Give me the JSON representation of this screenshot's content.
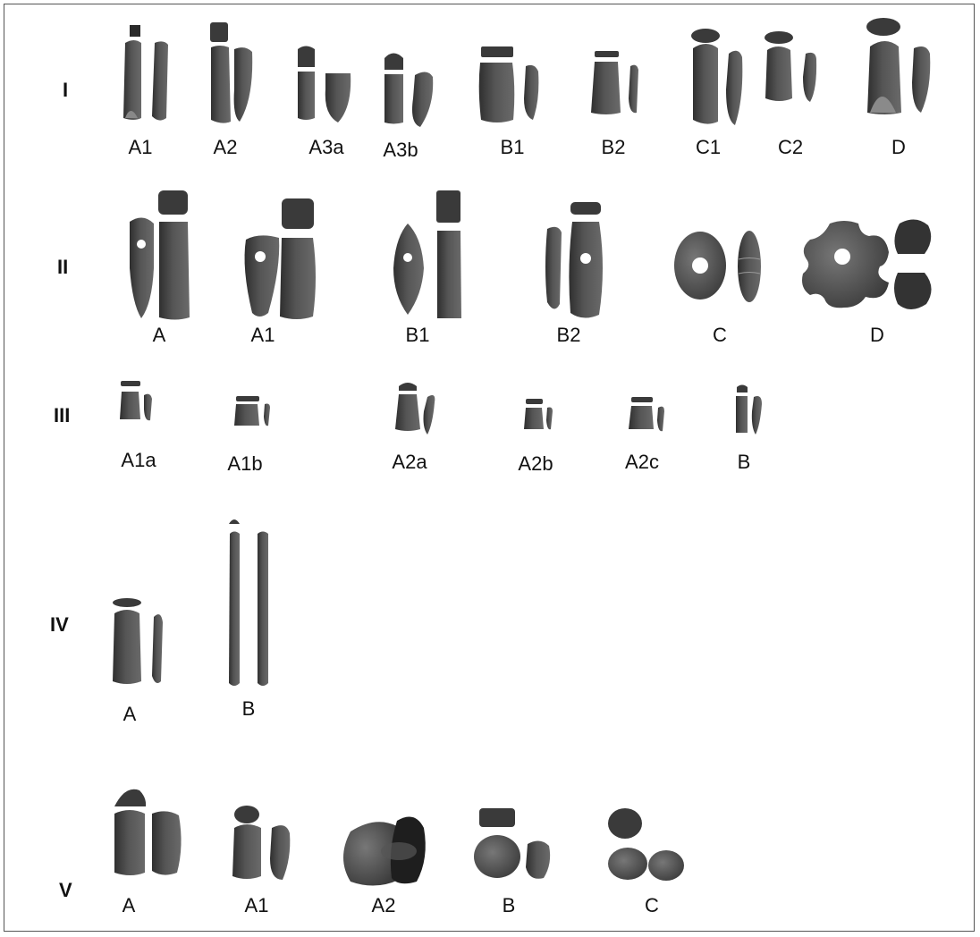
{
  "colors": {
    "shape_dark": "#3a3a3a",
    "shape_mid": "#5e5e5e",
    "shape_light": "#8a8a8a",
    "very_dark": "#1e1e1e",
    "background": "#ffffff"
  },
  "rows": [
    {
      "label": "I",
      "types": [
        "A1",
        "A2",
        "A3a",
        "A3b",
        "B1",
        "B2",
        "C1",
        "C2",
        "D"
      ]
    },
    {
      "label": "II",
      "types": [
        "A",
        "A1",
        "B1",
        "B2",
        "C",
        "D"
      ]
    },
    {
      "label": "III",
      "types": [
        "A1a",
        "A1b",
        "A2a",
        "A2b",
        "A2c",
        "B"
      ]
    },
    {
      "label": "IV",
      "types": [
        "A",
        "B"
      ]
    },
    {
      "label": "V",
      "types": [
        "A",
        "A1",
        "A2",
        "B",
        "C"
      ]
    }
  ]
}
